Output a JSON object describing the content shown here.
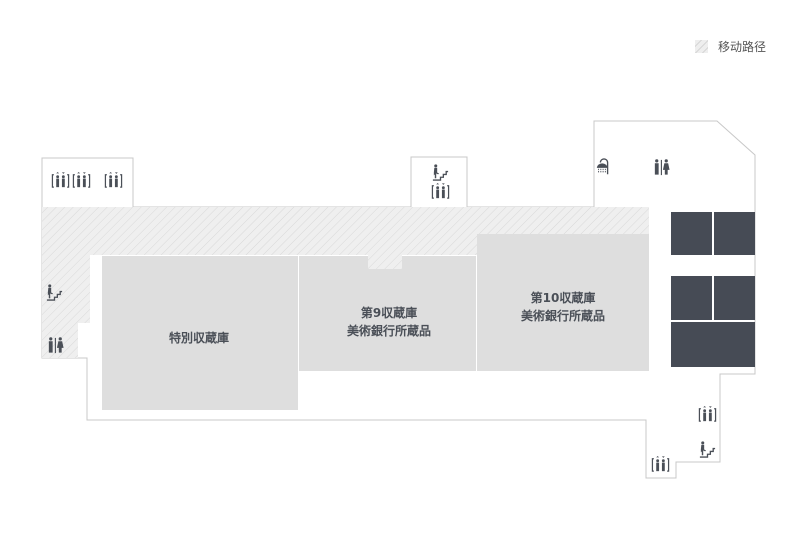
{
  "legend": {
    "label": "移动路径",
    "icon": "hatched-path-swatch"
  },
  "rooms": [
    {
      "lines": [
        "特別収蔵庫"
      ]
    },
    {
      "lines": [
        "第9収蔵庫",
        "美術銀行所蔵品"
      ]
    },
    {
      "lines": [
        "第10収蔵庫",
        "美術銀行所蔵品"
      ]
    }
  ],
  "colors": {
    "room": "#dedede",
    "path": "#eeeeee",
    "wall": "#c8c8c8",
    "dark": "#464b55",
    "icon": "#4a4f57"
  },
  "icons": [
    "elevator-icon",
    "stairs-icon",
    "restroom-icon",
    "shower-icon"
  ]
}
